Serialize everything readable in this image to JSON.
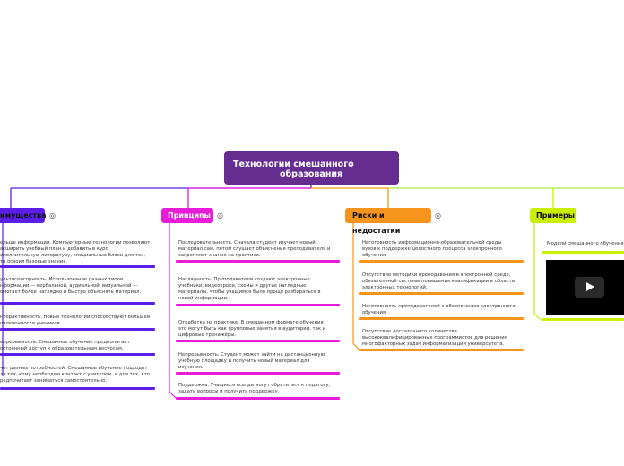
{
  "central": {
    "line1": "Технологии смешанного",
    "line2": "образования"
  },
  "colors": {
    "central": "#662d91",
    "blue": "#5a1ee8",
    "pink": "#e81cd8",
    "orange": "#f7941d",
    "lime": "#c8f000"
  },
  "branches": {
    "advantages": {
      "label": "имущества",
      "items": [
        [
          "ольше информации. Компьютерные технологии позволяют",
          "асширить учебный план и добавить в курс",
          "ополнительную литературу, специальные блоки для тех,",
          "то освоил базовые знания."
        ],
        [
          "ультисенсорность. Использование разных типов",
          "нформации — вербальной, аудиальной, визуальной —",
          "омогает более наглядно и быстро объяснять материал."
        ],
        [
          "нтерактивность. Новые технологии способствуют большей",
          "овлеченности учеников."
        ],
        [
          "епрерывность. Смешанное обучение предполагает",
          "остоянный доступ к образовательным ресурсам."
        ],
        [
          "чёт разных потребностей. Смешанное обучение подходит",
          "ля тех, кому необходим контакт с учителем, и для тех, кто",
          "редпочитает заниматься самостоятельно."
        ]
      ]
    },
    "principles": {
      "label": "Принципы",
      "items": [
        [
          "Последовательность. Сначала студент изучает новый",
          "материал сам, потом слушает объяснения преподавателя и",
          "закрепляет знания на практике."
        ],
        [
          "Наглядность. Преподаватели создают электронные",
          "учебники, видеоуроки, схемы и другие наглядные",
          "материалы, чтобы учащимся было проще разбираться в",
          "новой информации."
        ],
        [
          "Отработка на практике.  В смешанном формате обучения",
          "это могут быть как групповые занятия в аудитории, так и",
          "цифровые тренажёры."
        ],
        [
          "Непрерывность. Студент может зайти на дистанционную",
          "учебную площадку и получить новый материал для",
          "изучения."
        ],
        [
          "Поддержка.  Учащиеся всегда могут обратиться к педагогу,",
          "задать вопросы и получить поддержку."
        ]
      ]
    },
    "risks": {
      "label": "Риски и недостатки",
      "items": [
        [
          "Неготовность информационно-образовательной среды",
          "вузов к поддержке целостного процесса электронного",
          "обучения."
        ],
        [
          "Отсутствие методики преподавания в электронной среде,",
          "обязательной системы повышения квалификации в области",
          "электронных технологий."
        ],
        [
          "Неготовность преподавателей к обеспечению электронного",
          "обучения."
        ],
        [
          "Отсутствие достаточного количества",
          "высококвалифицированных программистов для решения",
          "многофакторных задач информатизации университета."
        ]
      ]
    },
    "examples": {
      "label": "Примеры",
      "items": [
        [
          "Модели смешанного обучения"
        ]
      ]
    }
  }
}
